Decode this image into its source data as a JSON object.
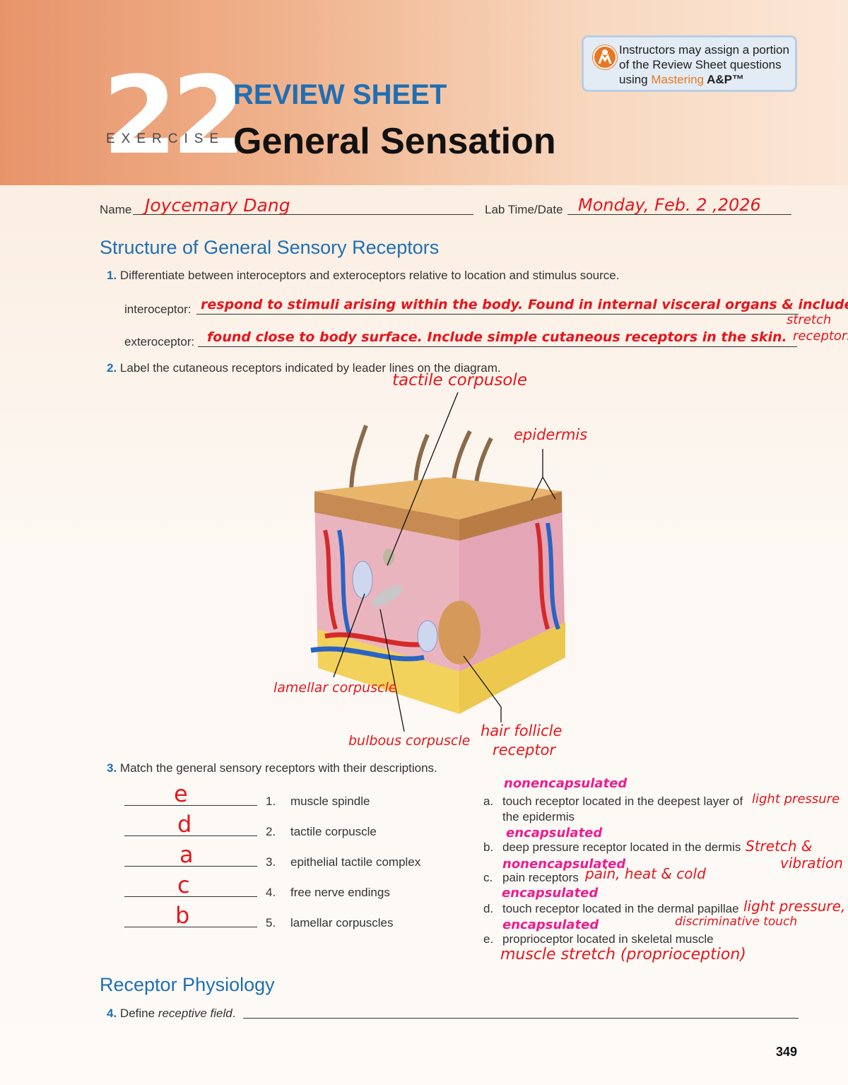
{
  "header": {
    "exercise_number": "22",
    "exercise_label": "EXERCISE",
    "review_sheet": "REVIEW SHEET",
    "title": "General Sensation",
    "instructor_note": {
      "line1": "Instructors may assign a portion",
      "line2": "of the Review Sheet questions",
      "line3_prefix": "using ",
      "mastering": "Mastering",
      "ap": " A&P™"
    }
  },
  "fields": {
    "name_label": "Name",
    "name_value": "Joycemary Dang",
    "lab_label": "Lab Time/Date",
    "lab_value": "Monday, Feb. 2 ,2026"
  },
  "section1": {
    "title": "Structure of General Sensory Receptors",
    "q1": {
      "number": "1.",
      "text": "Differentiate between interoceptors and exteroceptors relative to location and stimulus source.",
      "intero_label": "interoceptor:",
      "intero_answer": "respond to stimuli arising within the body. Found in internal visceral organs & include",
      "intero_answer_cont1": "stretch",
      "intero_answer_cont2": "receptors.",
      "extero_label": "exteroceptor:",
      "extero_answer": "found close to body surface. Include simple cutaneous receptors in the skin."
    },
    "q2": {
      "number": "2.",
      "text": "Label the cutaneous receptors indicated by leader lines on the diagram.",
      "labels": {
        "tactile": "tactile corpusole",
        "epidermis": "epidermis",
        "lamellar": "lamellar corpuscle",
        "bulbous": "bulbous corpuscle",
        "hair1": "hair follicle",
        "hair2": "receptor"
      }
    },
    "q3": {
      "number": "3.",
      "text": "Match the general sensory receptors with their descriptions.",
      "items": [
        {
          "num": "1.",
          "label": "muscle spindle",
          "answer": "e"
        },
        {
          "num": "2.",
          "label": "tactile corpuscle",
          "answer": "d"
        },
        {
          "num": "3.",
          "label": "epithelial tactile complex",
          "answer": "a"
        },
        {
          "num": "4.",
          "label": "free nerve endings",
          "answer": "c"
        },
        {
          "num": "5.",
          "label": "lamellar corpuscles",
          "answer": "b"
        }
      ],
      "descriptions": [
        {
          "letter": "a.",
          "text": "touch receptor located in the deepest layer of",
          "text2": "the epidermis",
          "note_above": "nonencapsulated",
          "note_right": "light pressure"
        },
        {
          "letter": "b.",
          "text": "deep pressure receptor located in the dermis",
          "note_above": "encapsulated",
          "note_right": "Stretch &",
          "note_right2": "vibration"
        },
        {
          "letter": "c.",
          "text": "pain receptors",
          "note_above": "nonencapsulated",
          "note_right": "pain, heat & cold"
        },
        {
          "letter": "d.",
          "text": "touch receptor located in the dermal papillae",
          "note_above": "encapsulated",
          "note_right": "light pressure,",
          "note_right2": "discriminative touch"
        },
        {
          "letter": "e.",
          "text": "proprioceptor located in skeletal muscle",
          "note_above": "encapsulated",
          "note_below": "muscle stretch (proprioception)"
        }
      ]
    }
  },
  "section2": {
    "title": "Receptor Physiology",
    "q4": {
      "number": "4.",
      "text_prefix": "Define ",
      "text_italic": "receptive field",
      "text_suffix": "."
    }
  },
  "page_number": "349"
}
